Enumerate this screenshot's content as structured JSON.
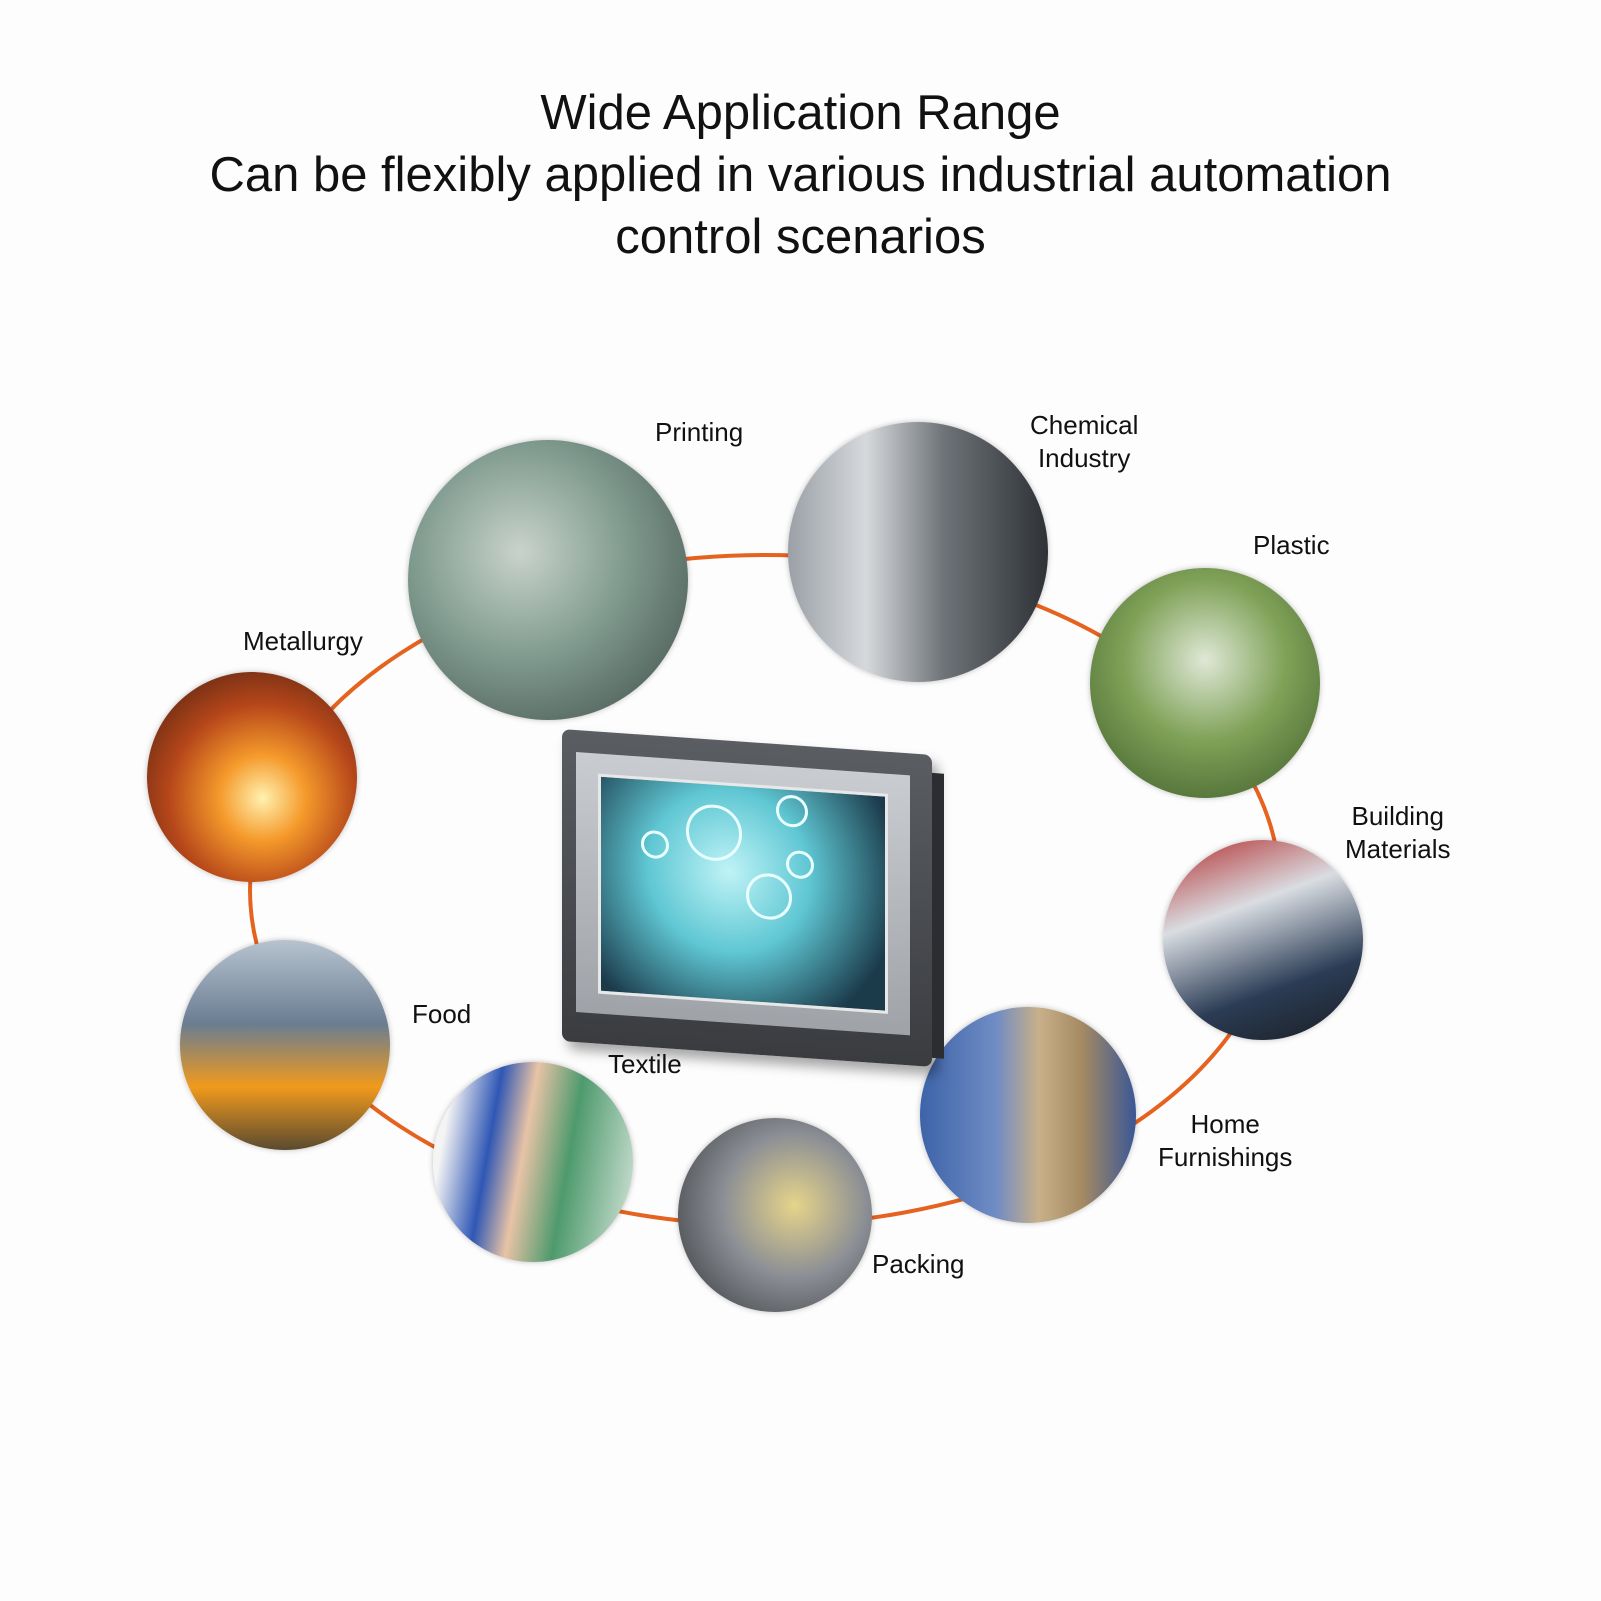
{
  "title": {
    "line1": "Wide Application Range",
    "line2": "Can be flexibly applied in various industrial automation",
    "line3": "control scenarios"
  },
  "accent_color": "#e5621f",
  "applications": [
    {
      "id": "printing",
      "label": "Printing"
    },
    {
      "id": "chemical",
      "label_1": "Chemical",
      "label_2": "Industry"
    },
    {
      "id": "plastic",
      "label": "Plastic"
    },
    {
      "id": "building",
      "label_1": "Building",
      "label_2": "Materials"
    },
    {
      "id": "home",
      "label_1": "Home",
      "label_2": "Furnishings"
    },
    {
      "id": "packing",
      "label": "Packing"
    },
    {
      "id": "textile",
      "label": "Textile"
    },
    {
      "id": "food",
      "label": "Food"
    },
    {
      "id": "metallurgy",
      "label": "Metallurgy"
    }
  ]
}
